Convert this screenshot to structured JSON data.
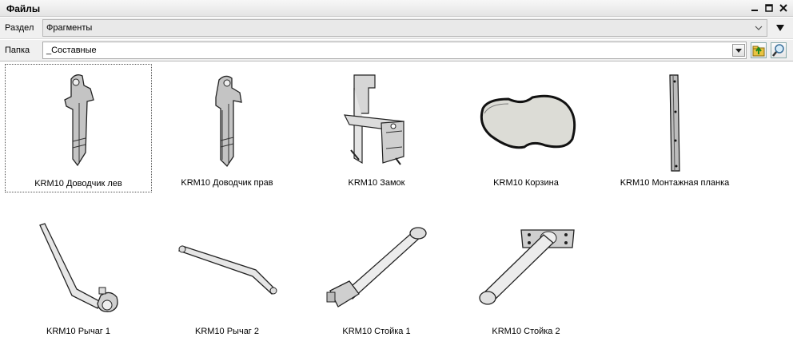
{
  "window": {
    "title": "Файлы"
  },
  "toolbar": {
    "section_label": "Раздел",
    "section_value": "Фрагменты",
    "folder_label": "Папка",
    "folder_value": "_Составные"
  },
  "items": [
    {
      "label": "KRM10 Доводчик лев",
      "icon": "door-closer-left-icon",
      "selected": true
    },
    {
      "label": "KRM10 Доводчик прав",
      "icon": "door-closer-right-icon",
      "selected": false
    },
    {
      "label": "KRM10 Замок",
      "icon": "lock-icon",
      "selected": false
    },
    {
      "label": "KRM10 Корзина",
      "icon": "basket-icon",
      "selected": false
    },
    {
      "label": "KRM10 Монтажная планка",
      "icon": "mounting-strip-icon",
      "selected": false
    },
    {
      "label": "KRM10 Рычаг 1",
      "icon": "lever-1-icon",
      "selected": false
    },
    {
      "label": "KRM10 Рычаг 2",
      "icon": "lever-2-icon",
      "selected": false
    },
    {
      "label": "KRM10 Стойка 1",
      "icon": "rack-1-icon",
      "selected": false
    },
    {
      "label": "KRM10 Стойка 2",
      "icon": "rack-2-icon",
      "selected": false
    }
  ]
}
